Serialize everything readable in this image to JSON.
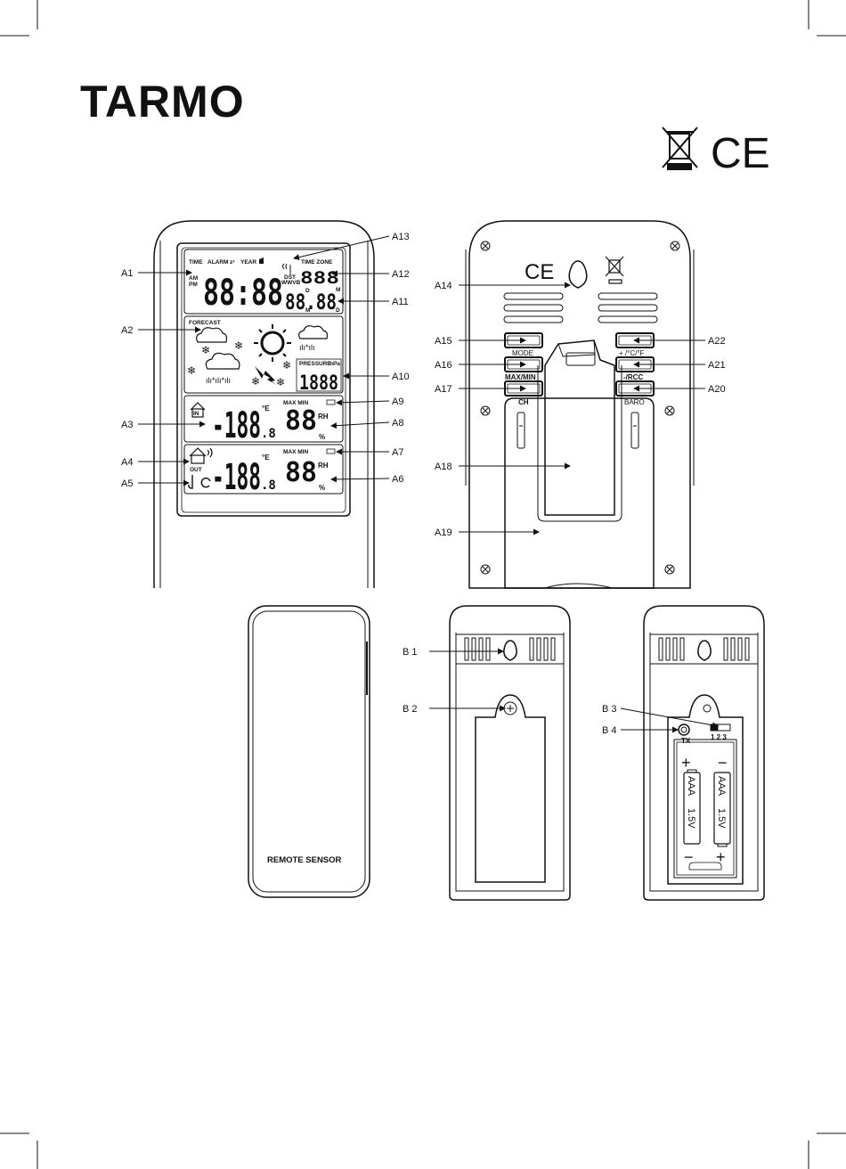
{
  "brand": {
    "name": "TARMO"
  },
  "marks": {
    "weee_icon": "crossed-bin-icon",
    "ce": "CE"
  },
  "display": {
    "time_label": "TIME",
    "alarm_label": "ALARM",
    "zz": "zᶻ",
    "year_label": "YEAR",
    "time_zone_label": "TIME ZONE",
    "dst": "DST",
    "wwvb": "WWVB",
    "am": "AM",
    "pm": "PM",
    "clock": "88:88",
    "tz_digits": "888",
    "date": "88.88",
    "d1": "D",
    "m1": "M",
    "m2": "M",
    "d2": "D",
    "forecast_label": "FORECAST",
    "pressure_label": "PRESSURE",
    "hpa": "hPa",
    "pressure_digits": "1888",
    "in_badge": "IN",
    "out_label": "OUT",
    "temp_in": "-188",
    "temp_in_dec": ".8",
    "temp_out": "-188",
    "temp_out_dec": ".8",
    "unit_e": "°E",
    "maxmin": "MAX MIN",
    "rh": "RH",
    "hum_digits": "88",
    "percent": "%"
  },
  "back_buttons": {
    "mode": "MODE",
    "maxmin": "MAX/MIN",
    "ch": "CH",
    "unit": "+ /°C/°F",
    "rcc": "-/RCC",
    "baro": "BARO"
  },
  "remote": {
    "label": "REMOTE SENSOR"
  },
  "battery": {
    "tx": "TX",
    "ch_numbers": "1 2 3",
    "aaa": "AAA",
    "volt": "1.5V",
    "plus": "+",
    "minus": "−"
  },
  "labels": {
    "A1": "A1",
    "A2": "A2",
    "A3": "A3",
    "A4": "A4",
    "A5": "A5",
    "A6": "A6",
    "A7": "A7",
    "A8": "A8",
    "A9": "A9",
    "A10": "A10",
    "A11": "A11",
    "A12": "A12",
    "A13": "A13",
    "A14": "A14",
    "A15": "A15",
    "A16": "A16",
    "A17": "A17",
    "A18": "A18",
    "A19": "A19",
    "A20": "A20",
    "A21": "A21",
    "A22": "A22",
    "B1": "B 1",
    "B2": "B 2",
    "B3": "B 3",
    "B4": "B 4"
  }
}
